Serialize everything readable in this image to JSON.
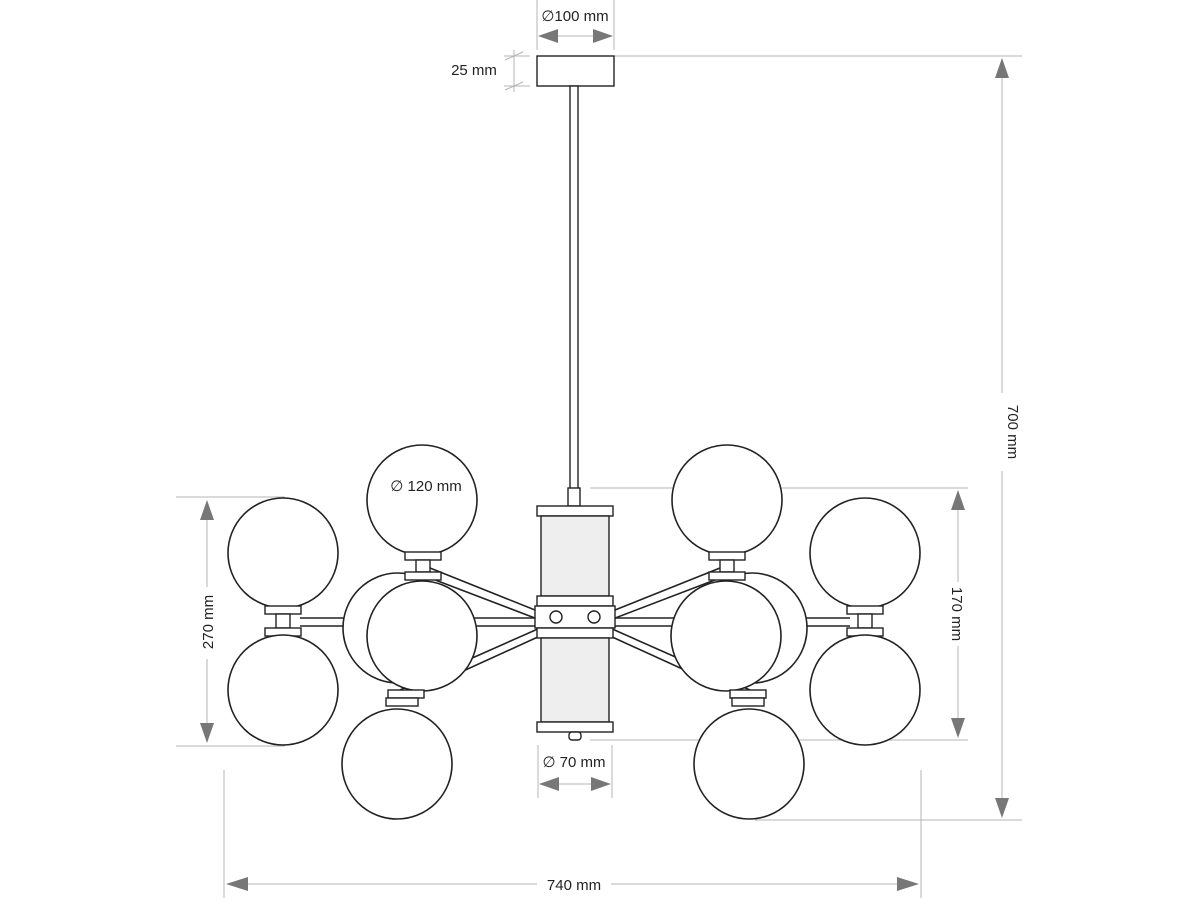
{
  "dimensions": {
    "canopy_diameter": "∅100 mm",
    "canopy_height": "25 mm",
    "total_height": "700 mm",
    "globe_diameter": "∅ 120 mm",
    "cluster_height": "270 mm",
    "arm_height": "170 mm",
    "body_diameter": "∅ 70 mm",
    "total_width": "740 mm"
  },
  "colors": {
    "line": "#222222",
    "dimension_line": "#b4b4b4",
    "arrow": "#777777",
    "body_shade": "#eeeeee"
  }
}
